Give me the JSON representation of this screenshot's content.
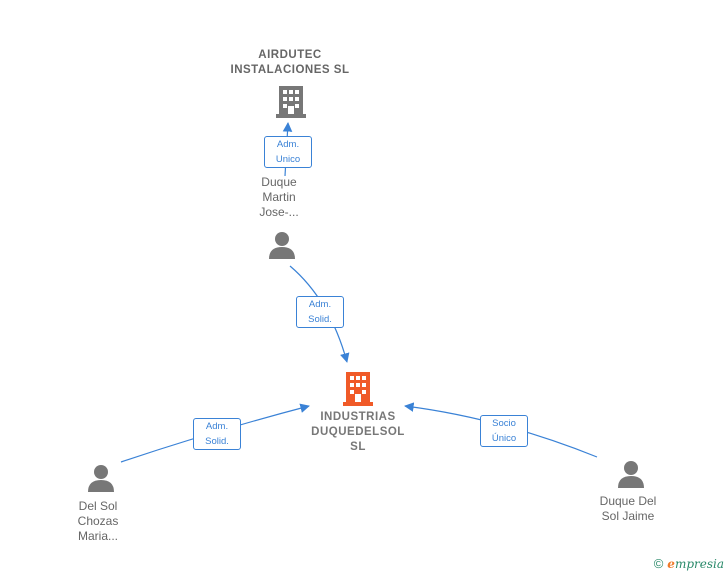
{
  "nodes": {
    "airdutec": "AIRDUTEC\nINSTALACIONES SL",
    "duque_martin": "Duque\nMartin\nJose-...",
    "industrias": "INDUSTRIAS\nDUQUEDELSOL\nSL",
    "del_sol": "Del Sol\nChozas\nMaria...",
    "duque_jaime": "Duque Del\nSol Jaime"
  },
  "roles": {
    "adm_unico": "Adm.\nUnico",
    "adm_solid_1": "Adm.\nSolid.",
    "adm_solid_2": "Adm.\nSolid.",
    "socio_unico": "Socio\nÚnico"
  },
  "colors": {
    "edge": "#3a82d6",
    "person": "#777777",
    "company": "#777777",
    "main_company": "#f05a28"
  },
  "footer": {
    "copyright": "©",
    "brand_e": "e",
    "brand_rest": "mpresia"
  }
}
